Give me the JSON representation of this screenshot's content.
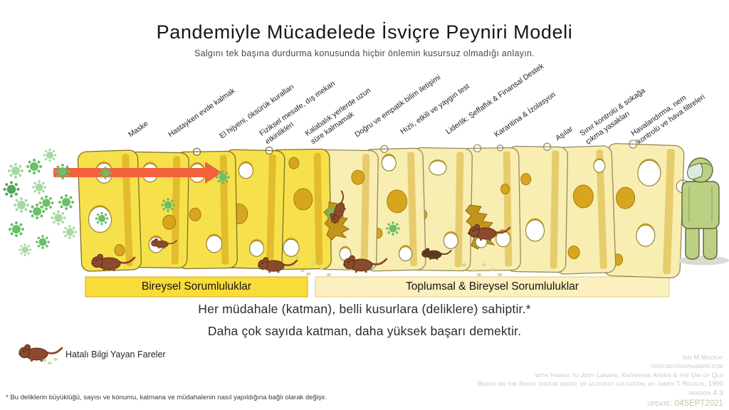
{
  "title": "Pandemiyle Mücadelede İsviçre Peyniri Modeli",
  "subtitle": "Salgını tek başına durdurma konusunda hiçbir önlemin kusursuz olmadığı anlayın.",
  "layers": [
    {
      "label": "Maske",
      "group": "bireysel"
    },
    {
      "label": "Hastayken evde kalmak",
      "group": "bireysel"
    },
    {
      "label": "El hijyeni, öksürük kuralları",
      "group": "bireysel"
    },
    {
      "label": "Fiziksel mesafe, dış mekan\netkinlikleri",
      "group": "bireysel"
    },
    {
      "label": "Kalabalık yerlerde uzun\nsüre kalmamak",
      "group": "bireysel"
    },
    {
      "label": "Doğru ve empatik bilim iletişimi",
      "group": "toplumsal"
    },
    {
      "label": "Hızlı, etkili ve yaygın test",
      "group": "toplumsal"
    },
    {
      "label": "Liderlik: Şeffaflık & Finansal Destek",
      "group": "toplumsal"
    },
    {
      "label": "Karantina & İzolasyon",
      "group": "toplumsal"
    },
    {
      "label": "Aşılar",
      "group": "toplumsal"
    },
    {
      "label": "Sınır kontrolü & sokağa\nçıkma yasakları",
      "group": "toplumsal"
    },
    {
      "label": "Havalandırma, nem\nkontrolü ve hava filtreleri",
      "group": "toplumsal"
    }
  ],
  "banners": {
    "individual": "Bireysel Sorumluluklar",
    "communal": "Toplumsal & Bireysel Sorumluluklar"
  },
  "conclusion": {
    "line1": "Her müdahale (katman), belli kusurlara (deliklere) sahiptir.*",
    "line2": "Daha çok sayıda katman, daha yüksek başarı demektir."
  },
  "legend": {
    "mice": "Hatalı Bilgi Yayan Fareler"
  },
  "footnote": "* Bu deliklerin büyüklüğü, sayısı ve konumu, katmana ve müdahalenin nasıl yapıldığına bağlı olarak değişir.",
  "credits": {
    "line1": "Ian M Mackay",
    "line2": "virologydownunder.com",
    "line3": "with thanks to Jody Lanard, Katherine Arden & the Uni of Qld",
    "line4": "Based on the Swiss cheese model of accident causation, by James T Reason, 1990",
    "line5": "version 4.3",
    "line6": "update: 04SEPT2021"
  },
  "colors": {
    "cheese_bright": "#F7E14B",
    "cheese_pale": "#F8EEB2",
    "hole_gold": "#D5A41C",
    "arrow_red": "#F2603C",
    "virus_green": "#6ABF69",
    "virus_light": "#A8D8A4",
    "mouse_brown": "#8A4A2B",
    "banner_individual": "#F8DC3A",
    "banner_communal": "#FBF0BE",
    "person_green": "#BCD084",
    "mask_blue": "#D9ECE4",
    "credits_gray": "#C6CBC0"
  }
}
